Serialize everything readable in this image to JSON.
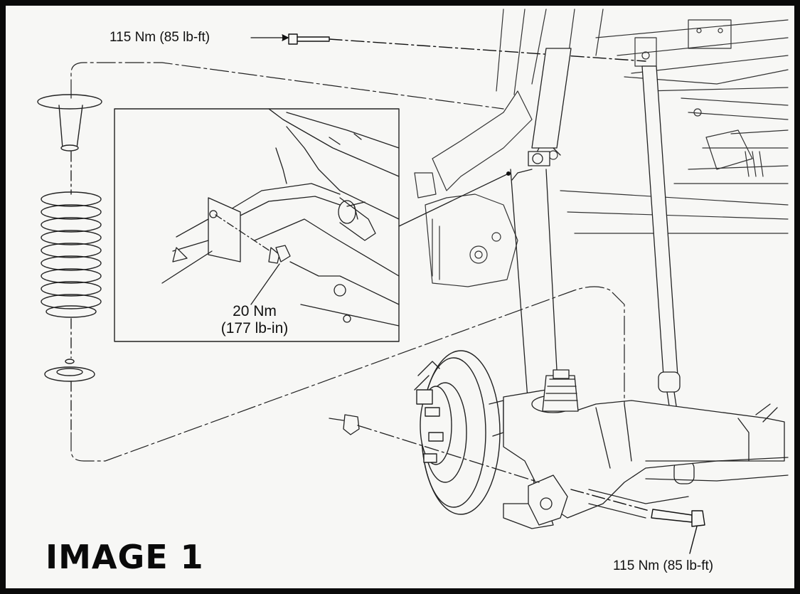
{
  "title": "IMAGE 1",
  "callouts": {
    "top_bolt_torque": "115 Nm (85 lb-ft)",
    "bottom_bolt_torque": "115 Nm (85 lb-ft)",
    "inset_torque_nm": "20 Nm",
    "inset_torque_lbin": "(177 lb-in)"
  }
}
